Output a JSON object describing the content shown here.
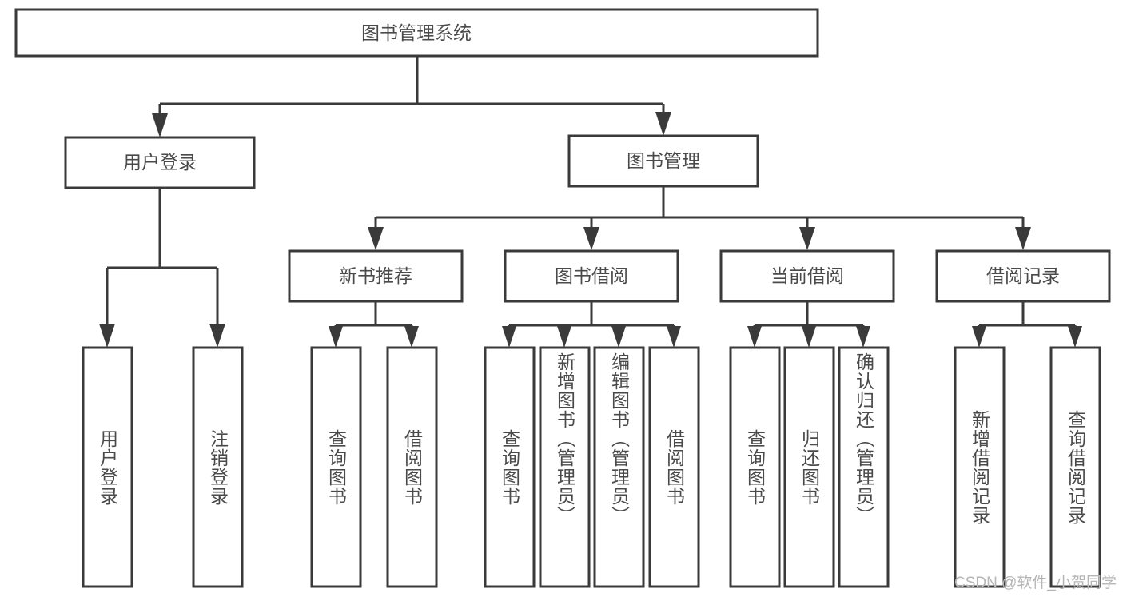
{
  "diagram": {
    "type": "tree-hierarchy",
    "title": "图书管理系统",
    "colors": {
      "background": "#ffffff",
      "box_stroke": "#3a3a3a",
      "box_fill": "#ffffff",
      "text": "#4a4a4a",
      "connector": "#3a3a3a",
      "watermark": "#b6b6b6"
    },
    "root": {
      "label": "图书管理系统"
    },
    "level2": [
      {
        "id": "user-login",
        "label": "用户登录"
      },
      {
        "id": "book-manage",
        "label": "图书管理"
      }
    ],
    "level3": [
      {
        "id": "new-book-recommend",
        "label": "新书推荐",
        "parent": "book-manage"
      },
      {
        "id": "book-borrow",
        "label": "图书借阅",
        "parent": "book-manage"
      },
      {
        "id": "current-borrow",
        "label": "当前借阅",
        "parent": "book-manage"
      },
      {
        "id": "borrow-record",
        "label": "借阅记录",
        "parent": "book-manage"
      }
    ],
    "leaves": [
      {
        "id": "leaf-user-login",
        "label": "用户登录",
        "parent": "user-login"
      },
      {
        "id": "leaf-user-logout",
        "label": "注销登录",
        "parent": "user-login"
      },
      {
        "id": "leaf-query-book-1",
        "label": "查询图书",
        "parent": "new-book-recommend"
      },
      {
        "id": "leaf-borrow-book-1",
        "label": "借阅图书",
        "parent": "new-book-recommend"
      },
      {
        "id": "leaf-query-book-2",
        "label": "查询图书",
        "parent": "book-borrow"
      },
      {
        "id": "leaf-add-book",
        "label": "新增图书（管理员）",
        "parent": "book-borrow"
      },
      {
        "id": "leaf-edit-book",
        "label": "编辑图书（管理员）",
        "parent": "book-borrow"
      },
      {
        "id": "leaf-borrow-book-2",
        "label": "借阅图书",
        "parent": "book-borrow"
      },
      {
        "id": "leaf-query-book-3",
        "label": "查询图书",
        "parent": "current-borrow"
      },
      {
        "id": "leaf-return-book",
        "label": "归还图书",
        "parent": "current-borrow"
      },
      {
        "id": "leaf-confirm-return",
        "label": "确认归还（管理员）",
        "parent": "current-borrow"
      },
      {
        "id": "leaf-add-record",
        "label": "新增借阅记录",
        "parent": "borrow-record"
      },
      {
        "id": "leaf-query-record",
        "label": "查询借阅记录",
        "parent": "borrow-record"
      }
    ],
    "watermark": "CSDN @软件_小贺同学"
  }
}
